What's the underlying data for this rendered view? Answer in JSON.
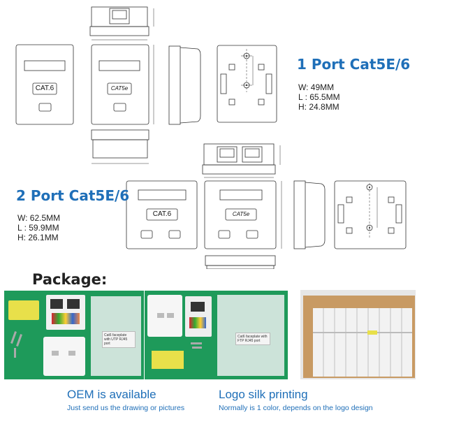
{
  "one_port": {
    "title": "1 Port Cat5E/6",
    "specs": [
      "W: 49MM",
      "L :  65.5MM",
      "H:  24.8MM"
    ],
    "front_label_a": "CAT.6",
    "front_label_b": "CAT5e"
  },
  "two_port": {
    "title": "2 Port Cat5E/6",
    "specs": [
      "W: 62.5MM",
      "L :  59.9MM",
      "H:  26.1MM"
    ],
    "front_label_a": "CAT.6",
    "front_label_b": "CAT5e"
  },
  "package": {
    "title": "Package:",
    "bag_label_1": "Cat6 faceplate with UTP RJ45 port",
    "bag_label_2": "Cat6 faceplate with FTP RJ45 port"
  },
  "footer": {
    "oem_title": "OEM is available",
    "oem_sub": "Just send us the drawing or pictures",
    "logo_title": "Logo silk printing",
    "logo_sub": "Normally is 1 color, depends on the logo design"
  },
  "colors": {
    "accent": "#1f6fb8",
    "photo_green": "#1e9a5a",
    "box_cardboard": "#c89a63"
  }
}
